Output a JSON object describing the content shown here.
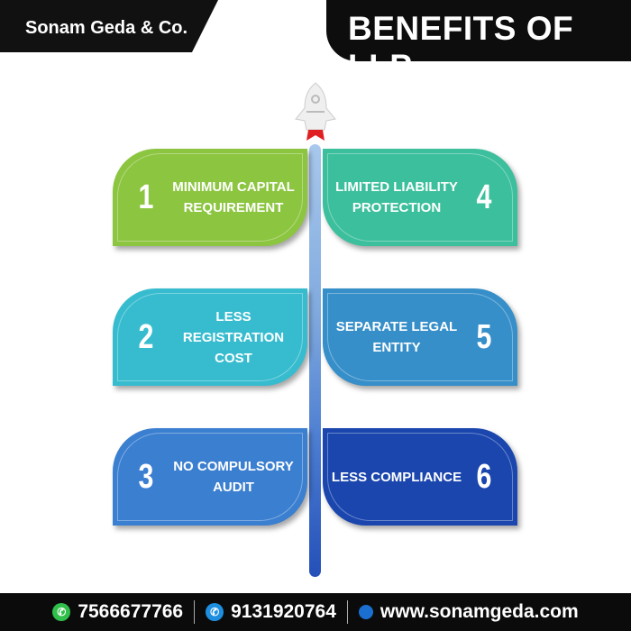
{
  "header": {
    "brand": "Sonam Geda & Co.",
    "title": "BENEFITS OF LLP"
  },
  "benefits": [
    {
      "num": "1",
      "text": "MINIMUM CAPITAL REQUIREMENT",
      "color": "#8cc540"
    },
    {
      "num": "2",
      "text": "LESS REGISTRATION COST",
      "color": "#37bccf"
    },
    {
      "num": "3",
      "text": "NO COMPULSORY AUDIT",
      "color": "#3b7fd0"
    },
    {
      "num": "4",
      "text": "LIMITED LIABILITY PROTECTION",
      "color": "#3cbf9c"
    },
    {
      "num": "5",
      "text": "SEPARATE LEGAL ENTITY",
      "color": "#368fc9"
    },
    {
      "num": "6",
      "text": "LESS COMPLIANCE",
      "color": "#1a46ae"
    }
  ],
  "footer": {
    "whatsapp": "7566677766",
    "phone": "9131920764",
    "website": "www.sonamgeda.com"
  }
}
